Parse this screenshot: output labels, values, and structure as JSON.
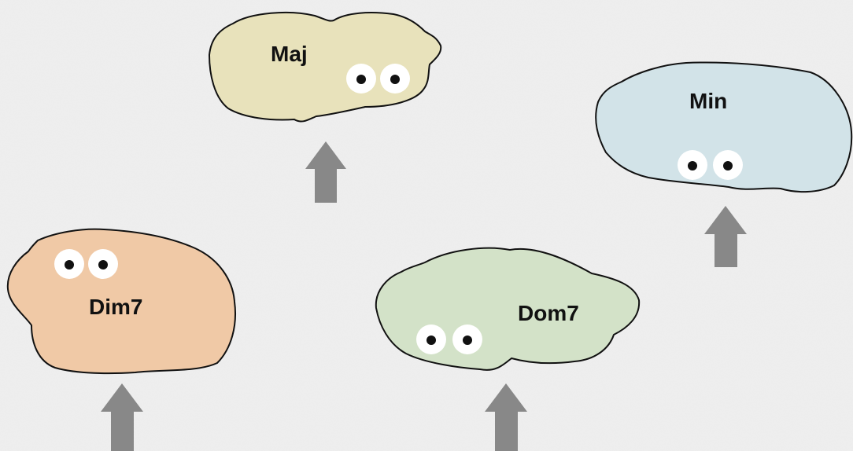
{
  "background_color": "#efefef",
  "arrow_color": "#888888",
  "outline_color": "#111111",
  "blobs": [
    {
      "id": "maj",
      "label": "Maj",
      "color": "#e8e2bb"
    },
    {
      "id": "min",
      "label": "Min",
      "color": "#d2e3e8"
    },
    {
      "id": "dim7",
      "label": "Dim7",
      "color": "#f0c9a6"
    },
    {
      "id": "dom7",
      "label": "Dom7",
      "color": "#d3e2c8"
    }
  ]
}
